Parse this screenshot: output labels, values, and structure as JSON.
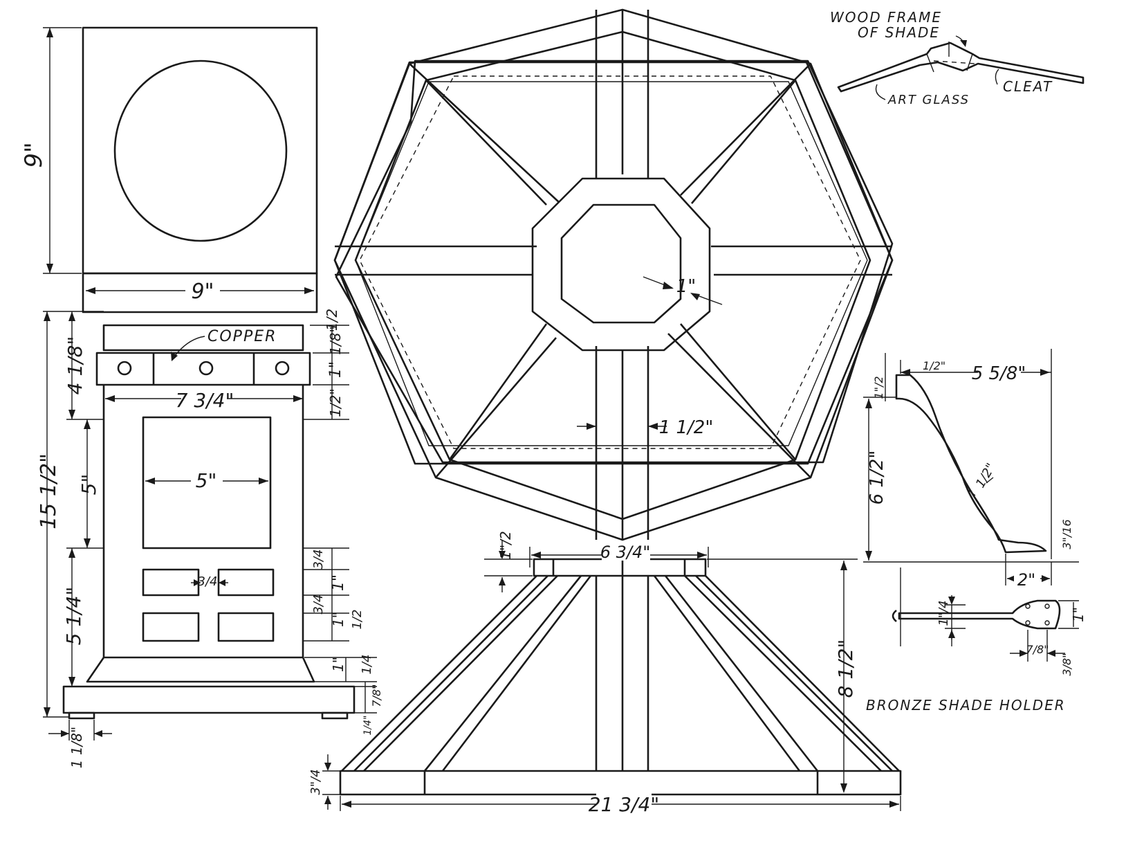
{
  "labels": {
    "wood_frame": "WOOD FRAME",
    "of_shade": "OF SHADE",
    "cleat": "CLEAT",
    "art_glass": "ART GLASS",
    "copper": "COPPER",
    "bronze_holder": "BRONZE SHADE HOLDER"
  },
  "dims": {
    "top_height": "9\"",
    "top_width": "9\"",
    "top_base_thk": "1/2",
    "copper_band_gap": "1/8\"",
    "copper_band_h": "1\"",
    "post_top_h": "4 1/8\"",
    "post_width": "7 3/4\"",
    "post_band_gap": "1/2\"",
    "panel_h": "5\"",
    "panel_w": "5\"",
    "total_h": "15 1/2\"",
    "lower_h": "5 1/4\"",
    "slot_gap_1": "3/4",
    "slot_w_gap": "3/4",
    "slot_h_1": "1\"",
    "slot_gap_2": "3/4",
    "slot_h_2": "1\"",
    "slot_gap_3": "1/2",
    "base_step_h": "1\"",
    "base_step_off": "1/4",
    "base_h": "7/8\"",
    "feet_h": "1/4\"",
    "feet_w": "1 1/8\"",
    "hub_frame": "1\"",
    "spoke_w": "1 1/2\"",
    "shade_top_h": "1\"/2",
    "shade_top_w": "6 3/4\"",
    "shade_h": "8 1/2\"",
    "shade_rim_h": "3\"/4",
    "shade_base_w": "21 3/4\"",
    "holder_top_thk": "1/2\"",
    "holder_reach": "5 5/8\"",
    "holder_lip": "1\"/2",
    "holder_h": "6 1/2\"",
    "holder_mid": "1/2\"",
    "holder_tip": "3\"/16",
    "holder_base": "2\"",
    "rod_dia": "1\"/4",
    "rod_plate": "1\"",
    "rod_hole": "7/8\"",
    "rod_end": "3/8\""
  }
}
